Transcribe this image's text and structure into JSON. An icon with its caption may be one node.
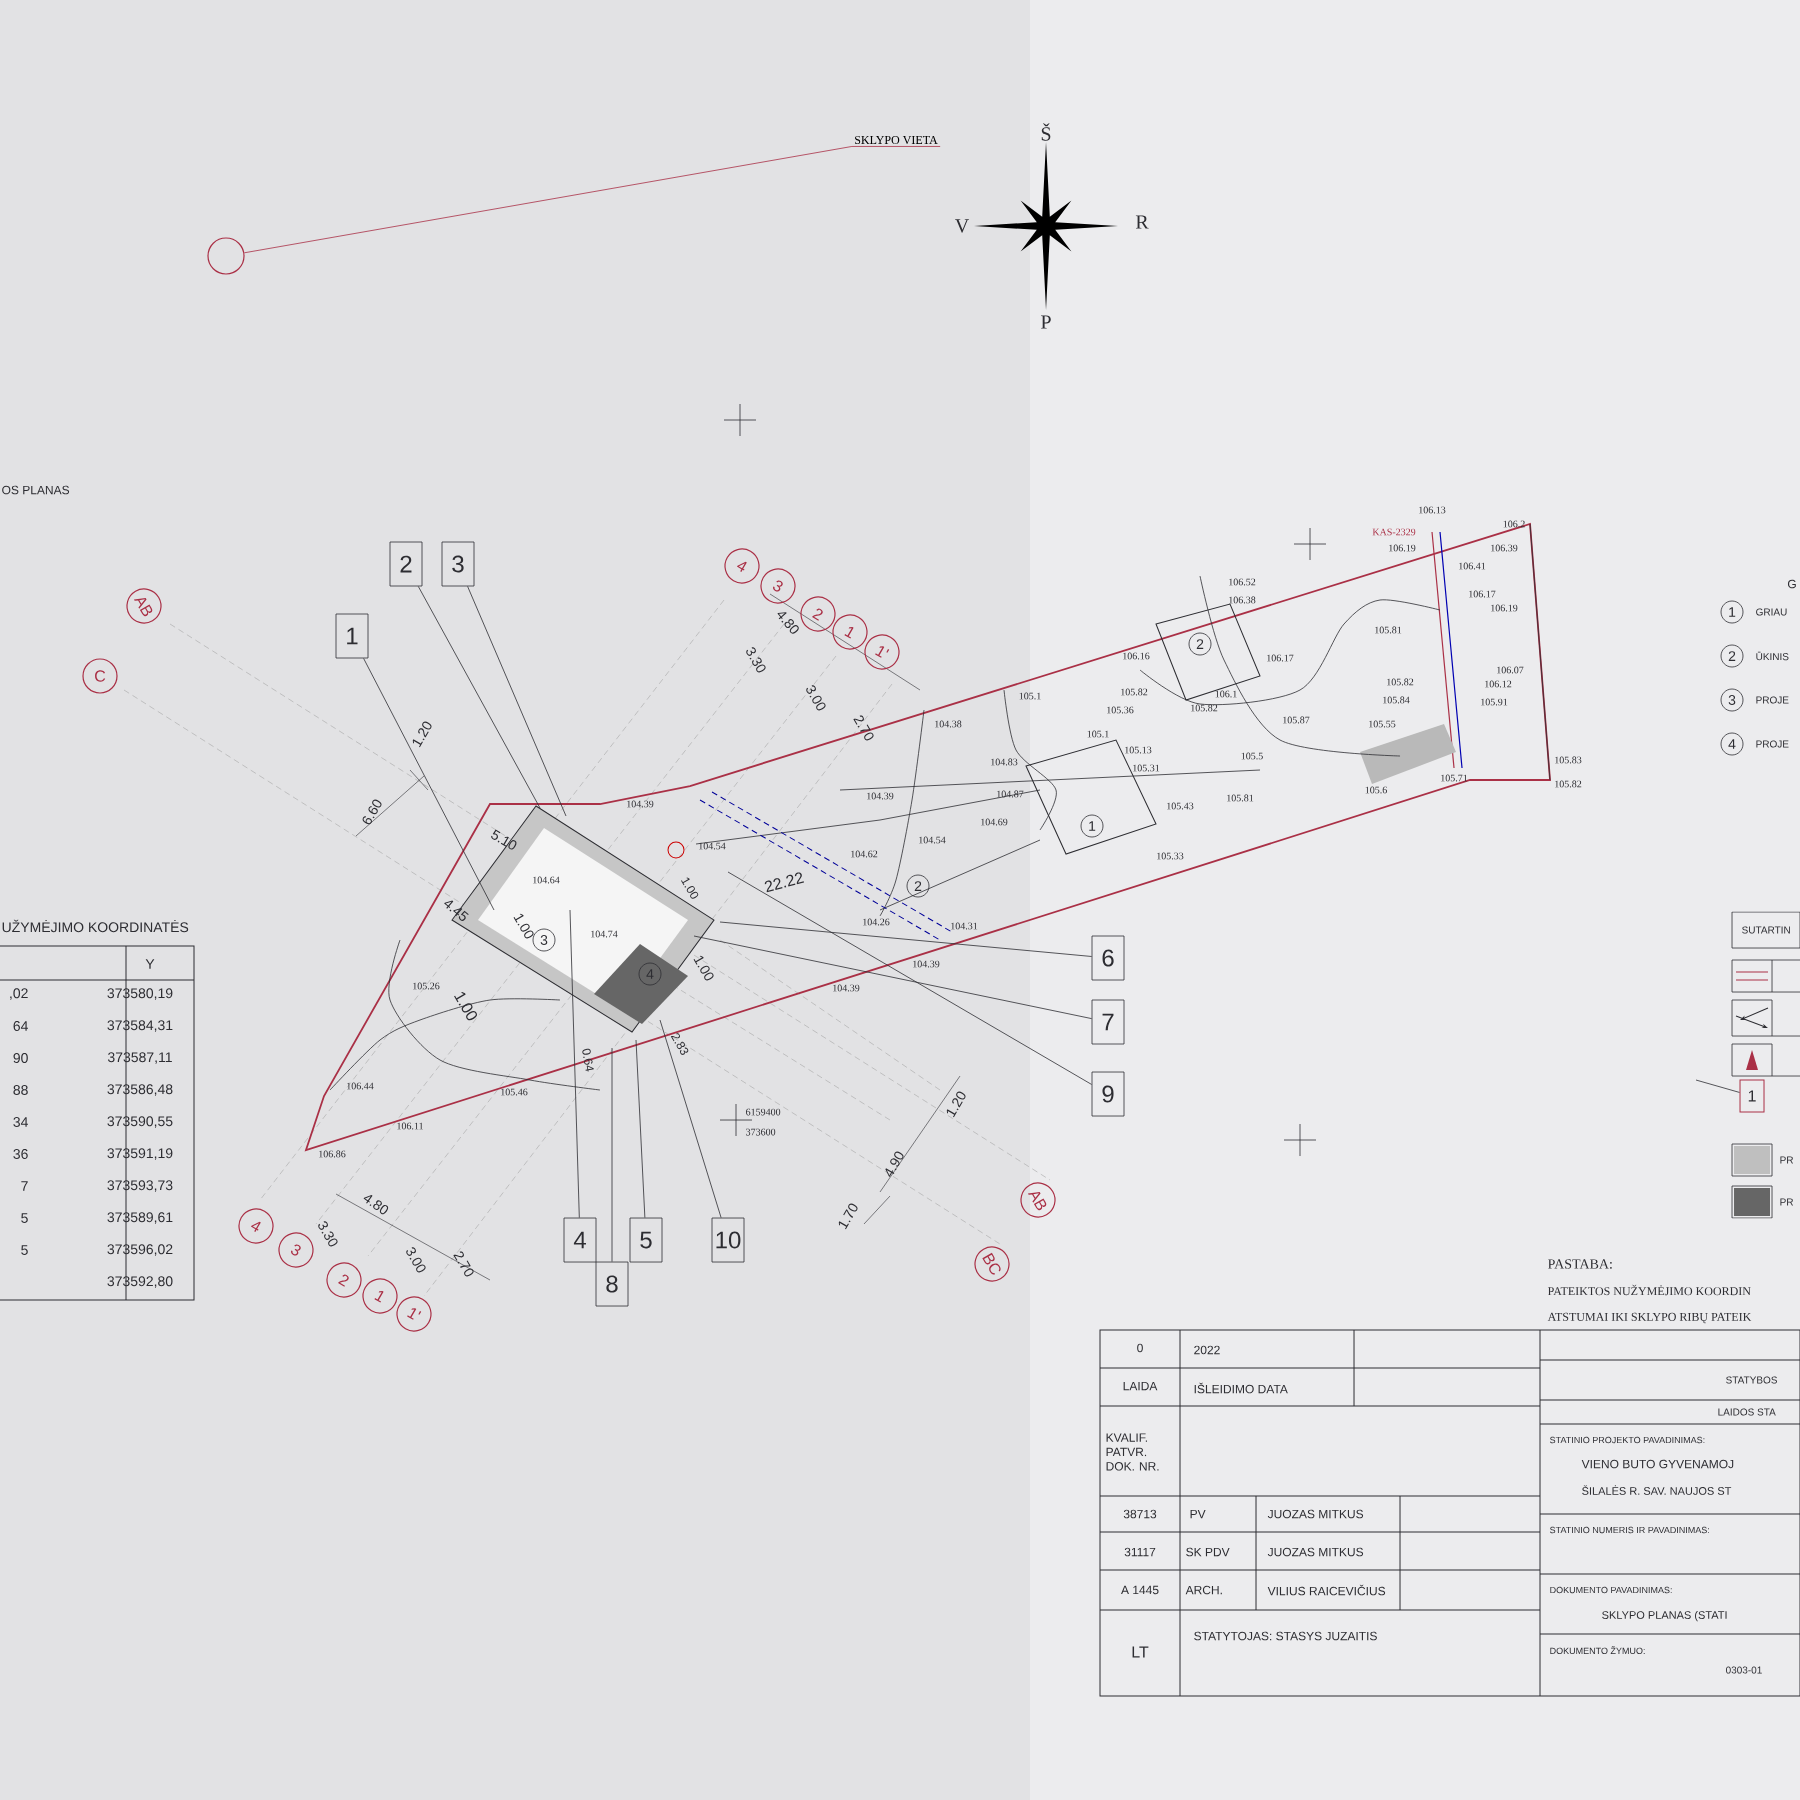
{
  "diagram": {
    "nodes": [
      {
        "text": [
          "SKLYPO VIETA"
        ]
      },
      {
        "text": [],
        "shape": "circle"
      },
      {
        "text": [
          "2"
        ]
      },
      {
        "text": [
          "3"
        ]
      },
      {
        "text": [
          "1"
        ]
      },
      {
        "text": [
          "6"
        ]
      },
      {
        "text": [
          "7"
        ]
      },
      {
        "text": [
          "9"
        ]
      },
      {
        "text": [
          "4"
        ]
      },
      {
        "text": [
          "5"
        ]
      },
      {
        "text": [
          "10"
        ]
      },
      {
        "text": [
          "8"
        ]
      },
      {
        "text": [
          "1"
        ]
      }
    ],
    "edges": [
      {
        "from": 0,
        "to": 1,
        "arrow": "none",
        "color": "#aa3046"
      },
      {
        "from": 2,
        "to": null,
        "arrow": "none"
      },
      {
        "from": 3,
        "to": null,
        "arrow": "none"
      },
      {
        "from": 4,
        "to": null,
        "arrow": "none"
      },
      {
        "from": 5,
        "to": null,
        "arrow": "none"
      },
      {
        "from": 6,
        "to": null,
        "arrow": "none"
      },
      {
        "from": 7,
        "to": null,
        "arrow": "none"
      },
      {
        "from": 8,
        "to": null,
        "arrow": "none"
      },
      {
        "from": 9,
        "to": null,
        "arrow": "none"
      },
      {
        "from": 10,
        "to": null,
        "arrow": "none"
      },
      {
        "from": 11,
        "to": null,
        "arrow": "none"
      },
      {
        "from": 12,
        "to": null,
        "arrow": "none"
      }
    ],
    "labels": [
      "Š",
      "V",
      "R",
      "P",
      "OS PLANAS",
      "AB",
      "C",
      "4",
      "3",
      "2",
      "1",
      "1'",
      "4.80",
      "3.30",
      "3.00",
      "2.70",
      "6.60",
      "1.20",
      "UŽYMĖJIMO KOORDINATĖS",
      "Y",
      ",02",
      "373580,19",
      "64",
      "373584,31",
      "90",
      "373587,11",
      "88",
      "373586,48",
      "34",
      "373590,55",
      "36",
      "373591,19",
      "7",
      "373593,73",
      "5",
      "373589,61",
      "5",
      "373596,02",
      "373592,80",
      "5.10",
      "4.45",
      "1.00",
      "104.64",
      "3",
      "104.74",
      "4",
      "1.00",
      "105.26",
      "1.00",
      "0.64",
      "2.83",
      "1.00",
      "104.54",
      "22.22",
      "104.39",
      "106.44",
      "105.46",
      "106.11",
      "106.86",
      "104.38",
      "104.39",
      "104.69",
      "104.54",
      "104.83",
      "104.87",
      "104.62",
      "104.26",
      "104.31",
      "104.39",
      "104.39",
      "105.1",
      "105.1",
      "105.36",
      "105.82",
      "105.82",
      "106.16",
      "106.52",
      "106.38",
      "106.17",
      "106.1",
      "105.87",
      "105.81",
      "105.13",
      "105.31",
      "105.5",
      "105.43",
      "105.81",
      "105.33",
      "105.55",
      "105.84",
      "105.82",
      "105.6",
      "105.71",
      "105.82",
      "105.83",
      "106.07",
      "106.12",
      "105.91",
      "106.17",
      "106.19",
      "106.13",
      "106.2",
      "106.19",
      "106.39",
      "106.41",
      "KAS-2329",
      "1",
      "2",
      "2",
      "6159400",
      "373600",
      "4",
      "3",
      "2",
      "1",
      "1'",
      "4.80",
      "3.30",
      "3.00",
      "2.70",
      "4.90",
      "1.20",
      "1.70",
      "AB",
      "BC",
      "G",
      "1",
      "GRIAU",
      "2",
      "ŪKINIS",
      "3",
      "PROJE",
      "4",
      "PROJE",
      "SUTARTIN",
      "PR",
      "PR",
      "PASTABA:",
      "PATEIKTOS NUŽYMĖJIMO KOORDIN",
      "ATSTUMAI IKI SKLYPO RIBŲ PATEIK",
      "0",
      "2022",
      "LAIDA",
      "IŠLEIDIMO DATA",
      "KVALIF. PATVR. DOK. NR.",
      "38713",
      "PV",
      "JUOZAS MITKUS",
      "31117",
      "SK PDV",
      "JUOZAS MITKUS",
      "A 1445",
      "ARCH.",
      "VILIUS RAICEVIČIUS",
      "LT",
      "STATYTOJAS: STASYS JUZAITIS",
      "STATYBOS",
      "LAIDOS STA",
      "STATINIO PROJEKTO PAVADINIMAS:",
      "VIENO BUTO GYVENAMOJ",
      "ŠILALĖS R. SAV. NAUJOS ST",
      "STATINIO NUMERIS IR PAVADINIMAS:",
      "DOKUMENTO PAVADINIMAS:",
      "SKLYPO PLANAS (STATI",
      "DOKUMENTO ŽYMUO:",
      "0303-01"
    ]
  }
}
